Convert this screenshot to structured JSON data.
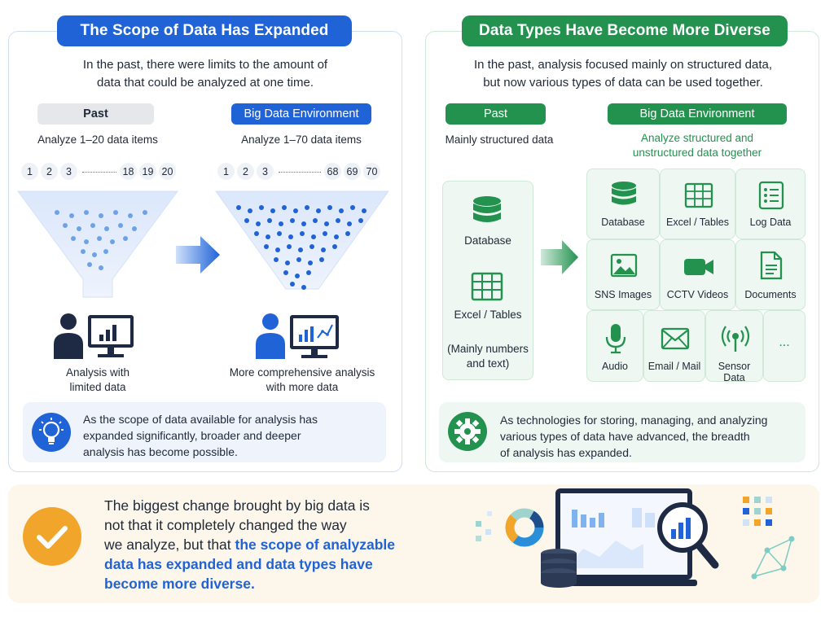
{
  "left": {
    "title": "The Scope of Data Has Expanded",
    "intro_line1": "In the past, there were limits to the amount of",
    "intro_line2": "data that could be analyzed at one time.",
    "past_label": "Past",
    "big_label": "Big Data Environment",
    "past_caption": "Analyze 1–20 data items",
    "big_caption": "Analyze 1–70 data items",
    "past_numbers": [
      "1",
      "2",
      "3",
      "18",
      "19",
      "20"
    ],
    "big_numbers": [
      "1",
      "2",
      "3",
      "68",
      "69",
      "70"
    ],
    "past_result_line1": "Analysis with",
    "past_result_line2": "limited data",
    "big_result_line1": "More comprehensive analysis",
    "big_result_line2": "with more data",
    "tip_line1": "As the scope of data available for analysis has",
    "tip_line2": "expanded significantly, broader and deeper",
    "tip_line3": "analysis has become possible."
  },
  "right": {
    "title": "Data Types Have Become More Diverse",
    "intro_line1": "In the past, analysis focused mainly on structured data,",
    "intro_line2": "but now various types of data can be used together.",
    "past_label": "Past",
    "big_label": "Big Data Environment",
    "past_caption": "Mainly structured data",
    "big_caption_line1": "Analyze structured and",
    "big_caption_line2": "unstructured data together",
    "past_items": [
      "Database",
      "Excel / Tables"
    ],
    "past_note_line1": "(Mainly numbers",
    "past_note_line2": "and text)",
    "tiles": [
      "Database",
      "Excel / Tables",
      "Log Data",
      "SNS Images",
      "CCTV Videos",
      "Documents",
      "Audio",
      "Email / Mail",
      "Sensor Data",
      "..."
    ],
    "tip_line1": "As technologies for storing, managing, and analyzing",
    "tip_line2": "various types of data have advanced, the breadth",
    "tip_line3": "of analysis has expanded."
  },
  "bottom": {
    "line1": "The biggest change brought by big data is",
    "line2": "not that it completely changed the way",
    "line3_plain": "we analyze, but that ",
    "line3_hl": "the scope of analyzable",
    "line4_hl": "data has expanded and data types have",
    "line5_hl": "become more diverse."
  },
  "colors": {
    "blue": "#1f63d6",
    "green": "#23924f",
    "orange": "#f2a52b",
    "navy": "#1e2a44"
  }
}
